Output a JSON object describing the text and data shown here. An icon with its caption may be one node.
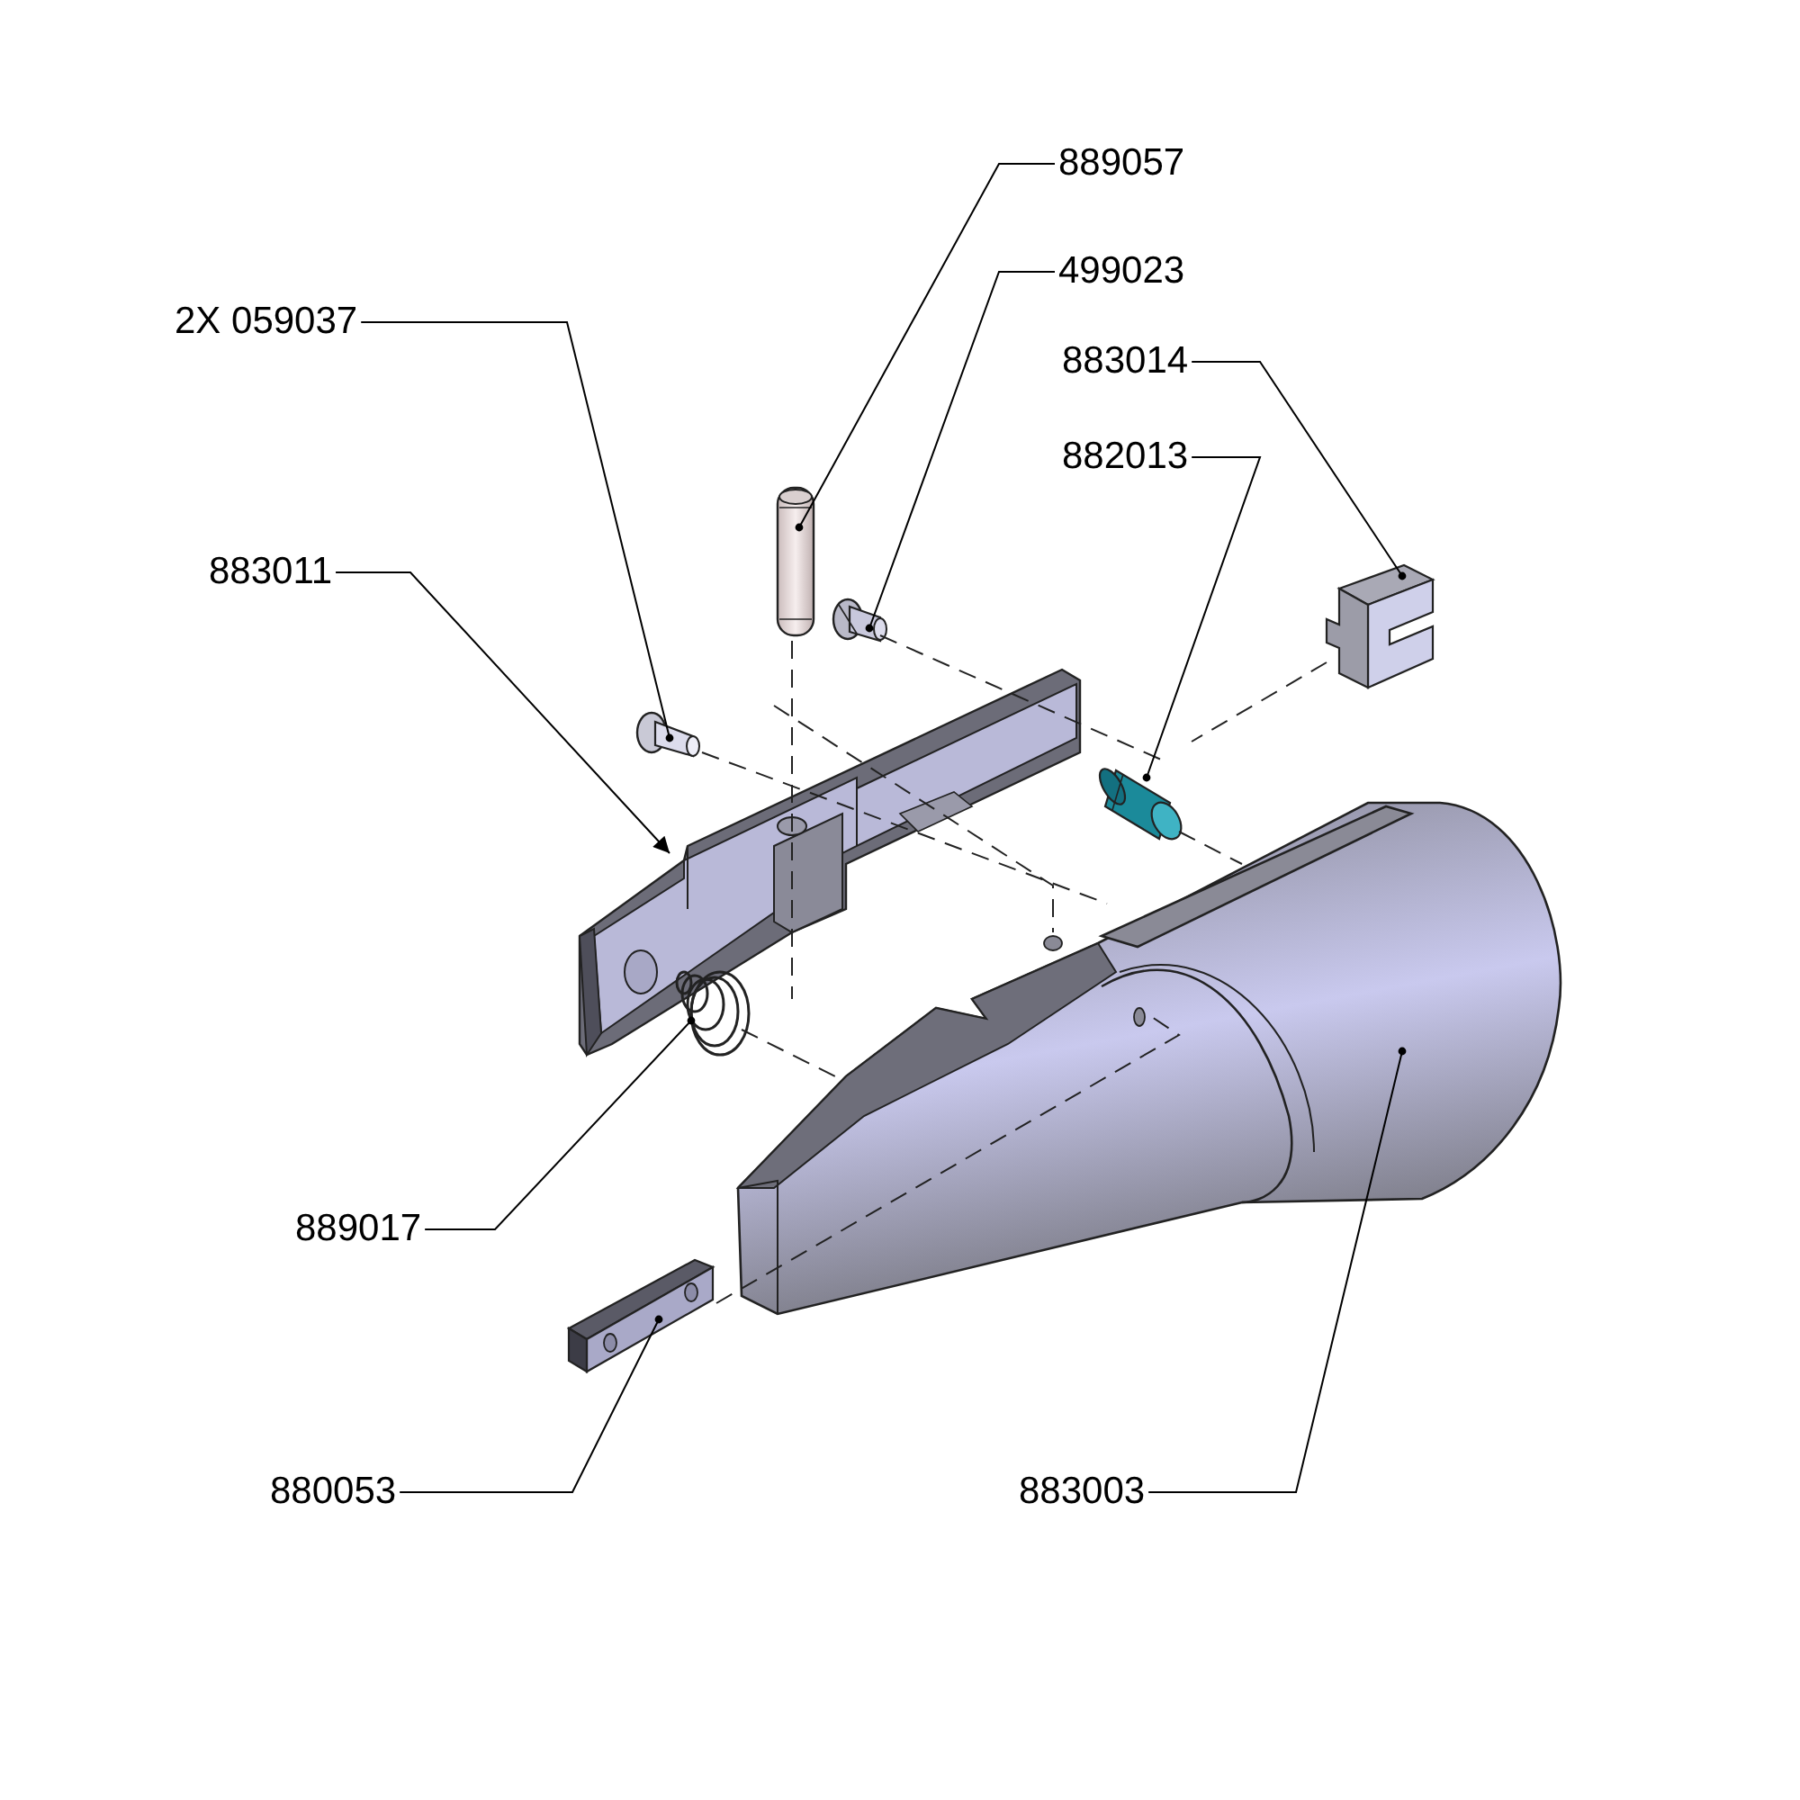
{
  "diagram": {
    "nodes": [
      {
        "text": [
          "889057"
        ]
      },
      {
        "text": [
          "499023"
        ]
      },
      {
        "text": [
          "2X 059037"
        ]
      },
      {
        "text": [
          "883014"
        ]
      },
      {
        "text": [
          "882013"
        ]
      },
      {
        "text": [
          "883011"
        ]
      },
      {
        "text": [
          "889017"
        ]
      },
      {
        "text": [
          "880053"
        ]
      },
      {
        "text": [
          "883003"
        ]
      },
      {
        "text": [],
        "shape": "picture"
      },
      {
        "text": [],
        "shape": "picture"
      },
      {
        "text": [],
        "shape": "picture"
      },
      {
        "text": [],
        "shape": "picture"
      },
      {
        "text": [],
        "shape": "picture"
      },
      {
        "text": [],
        "shape": "picture"
      },
      {
        "text": [],
        "shape": "picture"
      },
      {
        "text": [],
        "shape": "picture"
      },
      {
        "text": [],
        "shape": "picture"
      }
    ],
    "edges": [
      {
        "from": 0,
        "to": 9,
        "arrow": "none"
      },
      {
        "from": 1,
        "to": 10,
        "arrow": "none"
      },
      {
        "from": 2,
        "to": 11,
        "arrow": "none"
      },
      {
        "from": 3,
        "to": 12,
        "arrow": "none"
      },
      {
        "from": 4,
        "to": 13,
        "arrow": "none"
      },
      {
        "from": 5,
        "to": 14,
        "arrow": "to"
      },
      {
        "from": 6,
        "to": 15,
        "arrow": "none"
      },
      {
        "from": 7,
        "to": 16,
        "arrow": "none"
      },
      {
        "from": 8,
        "to": 17,
        "arrow": "none"
      }
    ]
  }
}
